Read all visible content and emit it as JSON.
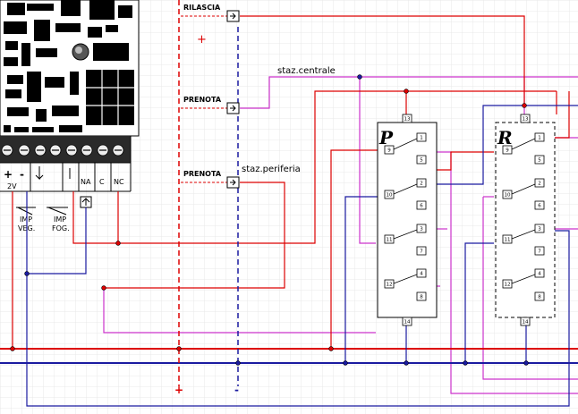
{
  "labels": {
    "rilascia": "RILASCIA",
    "prenota_1": "PRENOTA",
    "prenota_2": "PRENOTA",
    "staz_centrale": "staz.centrale",
    "staz_periferia": "staz.periferia"
  },
  "relay_p": {
    "name": "P",
    "top_pin": "13",
    "bottom_pin": "14",
    "pins_left": [
      "9",
      "10",
      "11",
      "12"
    ],
    "pins_right": [
      "1",
      "5",
      "2",
      "6",
      "3",
      "7",
      "4",
      "8"
    ]
  },
  "relay_r": {
    "name": "R",
    "top_pin": "13",
    "bottom_pin": "14",
    "pins_left": [
      "9",
      "10",
      "11",
      "12"
    ],
    "pins_right": [
      "1",
      "5",
      "2",
      "6",
      "3",
      "7",
      "4",
      "8"
    ]
  },
  "board": {
    "terminal_labels": [
      "+",
      "-",
      "2V",
      "NA",
      "C",
      "NC"
    ],
    "switch_1": [
      "IMP",
      "VEG."
    ],
    "switch_2": [
      "IMP",
      "FOG."
    ]
  },
  "rails": {
    "plus_symbol": "+",
    "minus_symbol": "-"
  },
  "colors": {
    "red": "#dd0000",
    "blue": "#1a1aa0",
    "magenta": "#cc33cc",
    "grid": "#e6e6e6"
  }
}
